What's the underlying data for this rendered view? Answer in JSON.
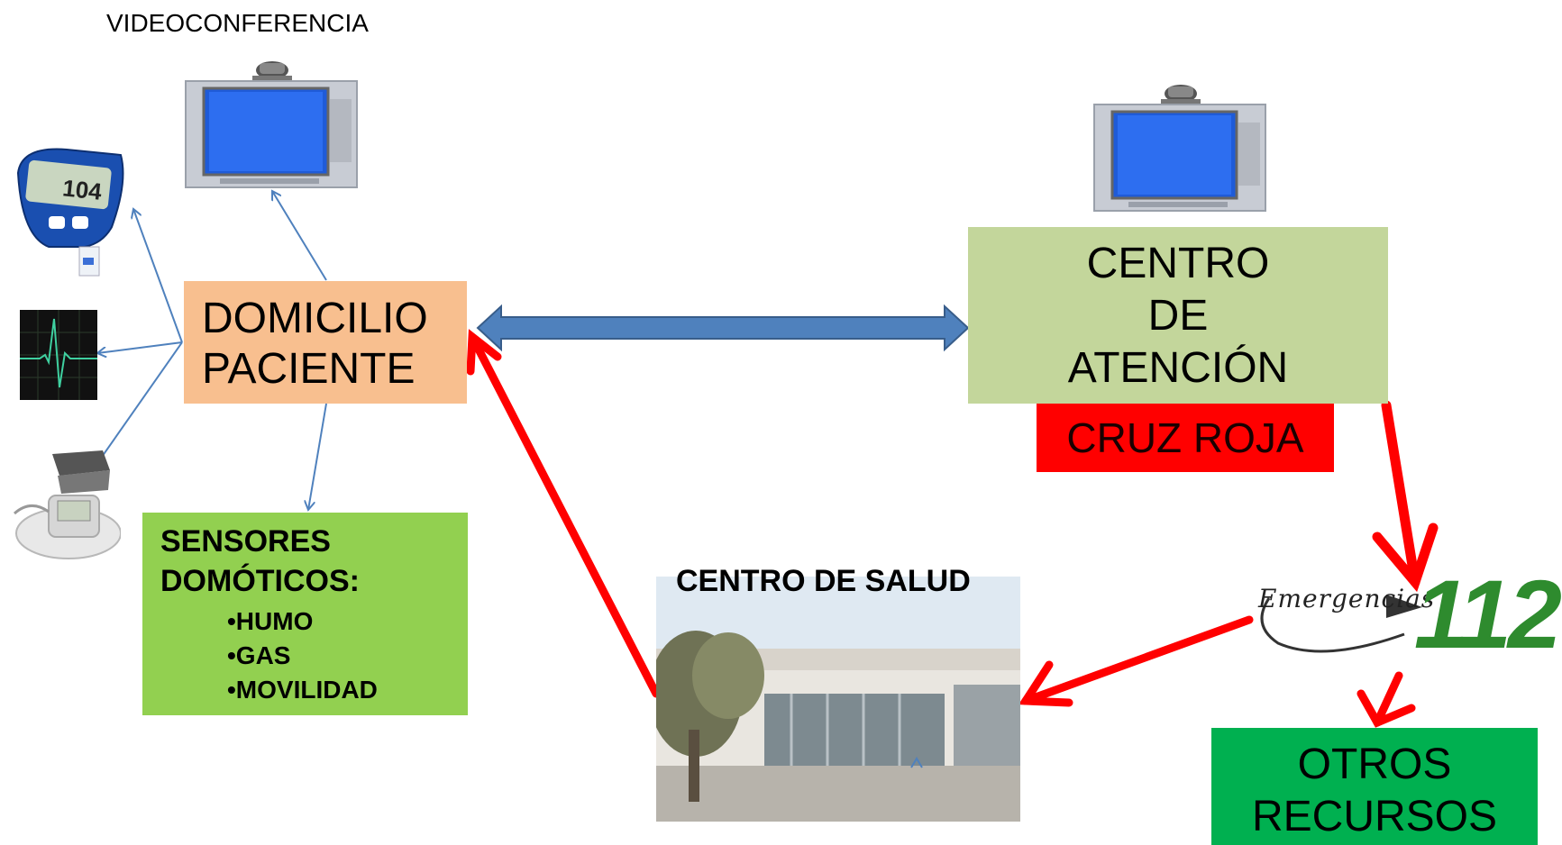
{
  "videoconferencia": {
    "label": "VIDEOCONFERENCIA"
  },
  "domicilio": {
    "lines": [
      "DOMICILIO",
      "PACIENTE"
    ]
  },
  "centro_atencion": {
    "lines": [
      "CENTRO",
      "DE",
      "ATENCIÓN"
    ]
  },
  "cruz_roja": {
    "label": "CRUZ ROJA"
  },
  "sensores": {
    "lines": [
      "SENSORES",
      "DOMÓTICOS:"
    ],
    "items": [
      "•HUMO",
      "•GAS",
      "•MOVILIDAD"
    ]
  },
  "centro_salud": {
    "label": "CENTRO DE SALUD"
  },
  "emergencias": {
    "word": "Emergencias",
    "number": "112"
  },
  "otros_recursos": {
    "lines": [
      "OTROS",
      "RECURSOS"
    ]
  },
  "glucometer": {
    "reading": "104"
  },
  "colors": {
    "domicilio": "#f8bf8f",
    "centro_atencion": "#c3d69b",
    "cruz_roja": "#ff0000",
    "sensores": "#92d050",
    "otros_recursos": "#00b050",
    "blue_connector": "#4f81bd",
    "red_arrow": "#ff0000",
    "logo_green": "#2e8b2e"
  }
}
